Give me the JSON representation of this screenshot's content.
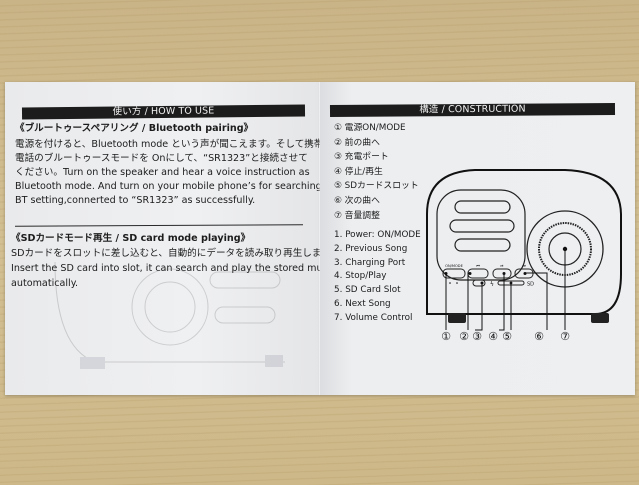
{
  "left_page": {
    "header": "使い方 / HOW TO USE",
    "bluetooth": {
      "title": "《ブルートゥースペアリング / Bluetooth pairing》",
      "lines": [
        "電源を付けると、Bluetooth mode という声が聞こえます。そして携帯",
        "電話のブルートゥースモードを Onにして、“SR1323”と接続させて",
        "ください。Turn on the speaker and hear a voice instruction as",
        "Bluetooth mode. And turn on your mobile phone’s for searching",
        "BT setting,connerted to “SR1323” as successfully."
      ]
    },
    "sd_card": {
      "title": "《SDカードモード再生 / SD card mode playing》",
      "lines": [
        "SDカードをスロットに差し込むと、自動的にデータを読み取り再生します。",
        "Insert the SD card into slot, it can search and play the stored music",
        "automatically."
      ]
    }
  },
  "right_page": {
    "header": "構造 / CONSTRUCTION",
    "jp_items": [
      "① 電源ON/MODE",
      "② 前の曲へ",
      "③ 充電ポート",
      "④ 停止/再生",
      "⑤ SDカードスロット",
      "⑥ 次の曲へ",
      "⑦ 音量調整"
    ],
    "en_items": [
      "1. Power: ON/MODE",
      "2. Previous Song",
      "3. Charging Port",
      "4. Stop/Play",
      "5. SD Card Slot",
      "6. Next Song",
      "7. Volume Control"
    ],
    "diagram": {
      "button_labels": [
        "ON/MODE",
        "⏮",
        "⏯",
        "⏭"
      ],
      "slot_label": "SD",
      "charge_symbol": "ϟ",
      "callouts": [
        "①",
        "②",
        "③",
        "④",
        "⑤",
        "⑥",
        "⑦"
      ]
    }
  }
}
